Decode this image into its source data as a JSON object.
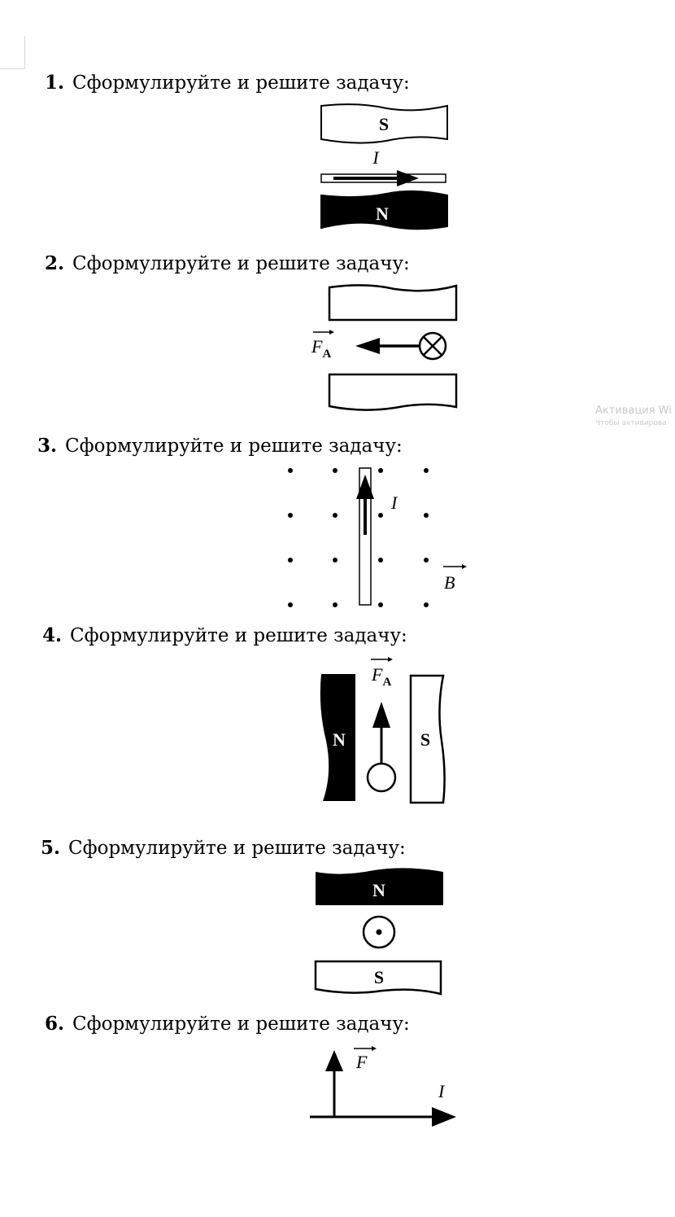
{
  "tasks": [
    {
      "number": "1.",
      "text": "Сформулируйте и решите задачу:"
    },
    {
      "number": "2.",
      "text": "Сформулируйте и решите задачу:"
    },
    {
      "number": "3.",
      "text": "Сформулируйте и решите задачу:"
    },
    {
      "number": "4.",
      "text": "Сформулируйте и решите задачу:"
    },
    {
      "number": "5.",
      "text": "Сформулируйте и решите задачу:"
    },
    {
      "number": "6.",
      "text": "Сформулируйте и решите задачу:"
    }
  ],
  "figures": {
    "fig1": {
      "top_pole": "S",
      "bottom_pole": "N",
      "current": "I"
    },
    "fig2": {
      "force": "F",
      "force_sub": "A"
    },
    "fig3": {
      "current": "I",
      "field": "B"
    },
    "fig4": {
      "left_pole": "N",
      "right_pole": "S",
      "force": "F",
      "force_sub": "A"
    },
    "fig5": {
      "top_pole": "N",
      "bottom_pole": "S"
    },
    "fig6": {
      "force": "F",
      "current": "I"
    }
  },
  "watermark": {
    "line1": "Активация Wi",
    "line2": "Чтобы активирова"
  },
  "colors": {
    "ink": "#000000",
    "watermark": "#c9c9c9"
  }
}
